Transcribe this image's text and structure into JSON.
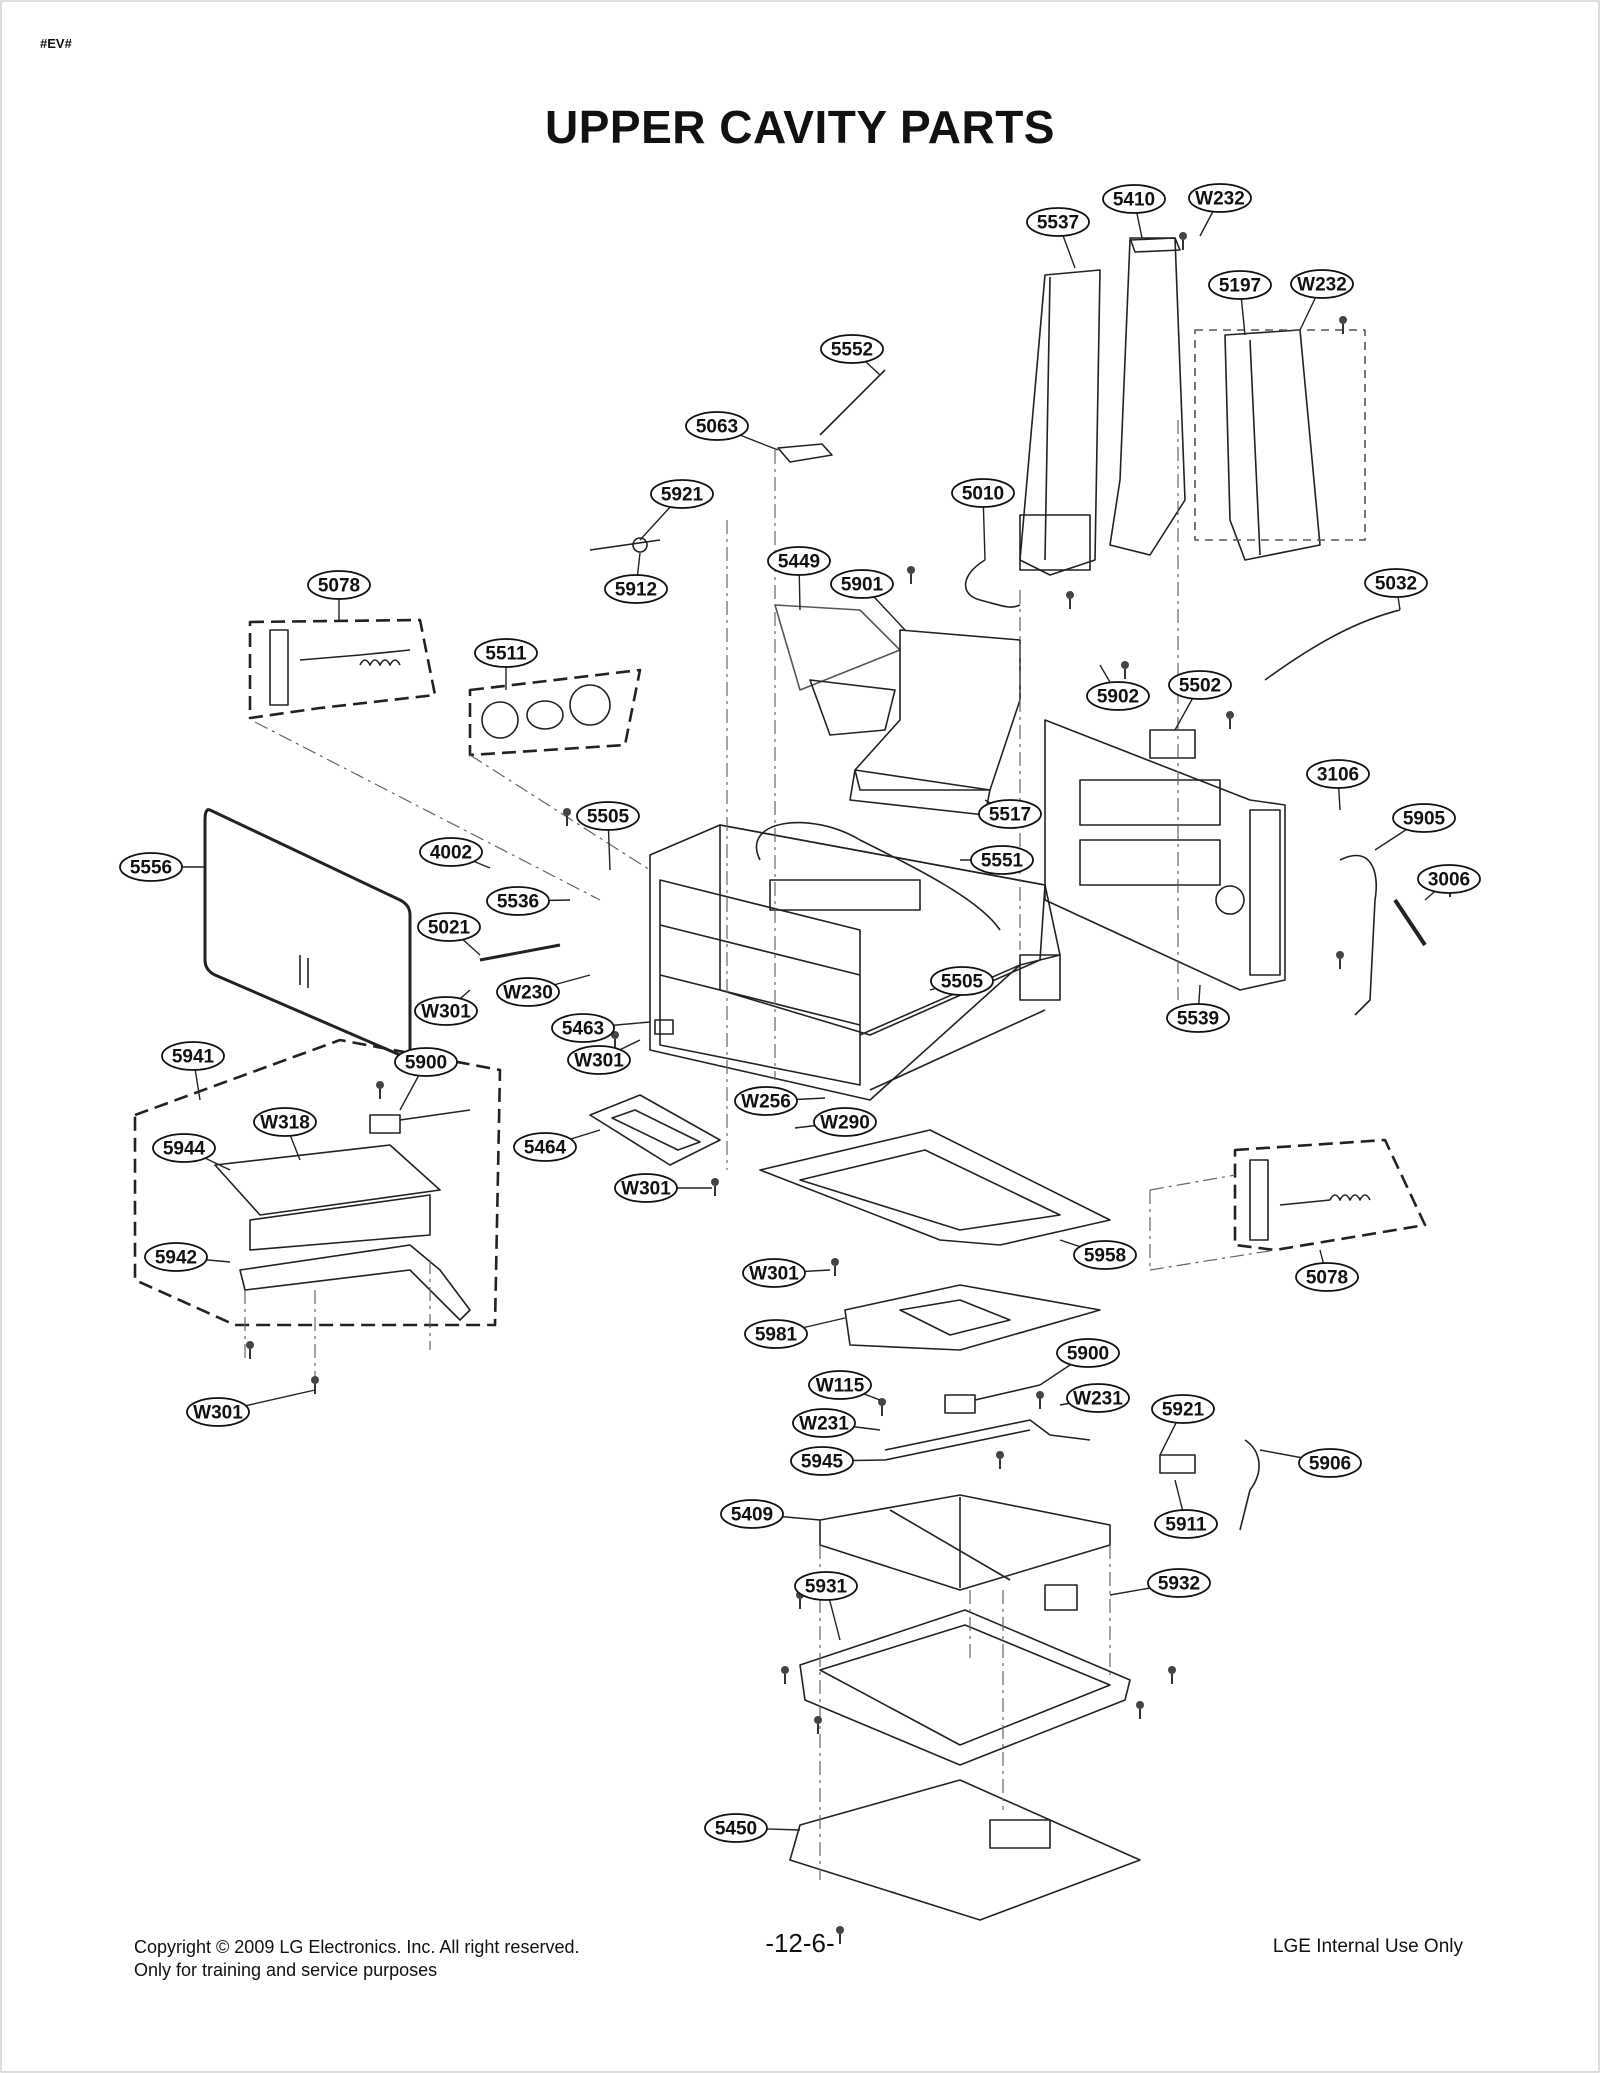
{
  "header": {
    "tag": "#EV#",
    "title": "UPPER CAVITY PARTS"
  },
  "callouts": [
    {
      "id": "c5537",
      "label": "5537"
    },
    {
      "id": "c5410",
      "label": "5410"
    },
    {
      "id": "cW232a",
      "label": "W232"
    },
    {
      "id": "c5197",
      "label": "5197"
    },
    {
      "id": "cW232b",
      "label": "W232"
    },
    {
      "id": "c5552",
      "label": "5552"
    },
    {
      "id": "c5063",
      "label": "5063"
    },
    {
      "id": "c5921a",
      "label": "5921"
    },
    {
      "id": "c5010",
      "label": "5010"
    },
    {
      "id": "c5449",
      "label": "5449"
    },
    {
      "id": "c5912",
      "label": "5912"
    },
    {
      "id": "c5901",
      "label": "5901"
    },
    {
      "id": "c5078a",
      "label": "5078"
    },
    {
      "id": "c5032",
      "label": "5032"
    },
    {
      "id": "c5511",
      "label": "5511"
    },
    {
      "id": "c5902",
      "label": "5902"
    },
    {
      "id": "c5502",
      "label": "5502"
    },
    {
      "id": "c3106",
      "label": "3106"
    },
    {
      "id": "c5505a",
      "label": "5505"
    },
    {
      "id": "c5517",
      "label": "5517"
    },
    {
      "id": "c5905",
      "label": "5905"
    },
    {
      "id": "c4002",
      "label": "4002"
    },
    {
      "id": "c5556",
      "label": "5556"
    },
    {
      "id": "c5551",
      "label": "5551"
    },
    {
      "id": "c3006",
      "label": "3006"
    },
    {
      "id": "c5536",
      "label": "5536"
    },
    {
      "id": "c5021",
      "label": "5021"
    },
    {
      "id": "cW230",
      "label": "W230"
    },
    {
      "id": "c5505b",
      "label": "5505"
    },
    {
      "id": "cW301a",
      "label": "W301"
    },
    {
      "id": "c5539",
      "label": "5539"
    },
    {
      "id": "c5463",
      "label": "5463"
    },
    {
      "id": "c5941",
      "label": "5941"
    },
    {
      "id": "c5900a",
      "label": "5900"
    },
    {
      "id": "cW301b",
      "label": "W301"
    },
    {
      "id": "cW256",
      "label": "W256"
    },
    {
      "id": "cW318",
      "label": "W318"
    },
    {
      "id": "cW290",
      "label": "W290"
    },
    {
      "id": "c5944",
      "label": "5944"
    },
    {
      "id": "c5464",
      "label": "5464"
    },
    {
      "id": "cW301c",
      "label": "W301"
    },
    {
      "id": "c5942",
      "label": "5942"
    },
    {
      "id": "c5958",
      "label": "5958"
    },
    {
      "id": "c5078b",
      "label": "5078"
    },
    {
      "id": "cW301d",
      "label": "W301"
    },
    {
      "id": "c5981",
      "label": "5981"
    },
    {
      "id": "c5900b",
      "label": "5900"
    },
    {
      "id": "cW115",
      "label": "W115"
    },
    {
      "id": "cW231a",
      "label": "W231"
    },
    {
      "id": "cW301e",
      "label": "W301"
    },
    {
      "id": "c5921b",
      "label": "5921"
    },
    {
      "id": "cW231b",
      "label": "W231"
    },
    {
      "id": "c5945",
      "label": "5945"
    },
    {
      "id": "c5906",
      "label": "5906"
    },
    {
      "id": "c5409",
      "label": "5409"
    },
    {
      "id": "c5911",
      "label": "5911"
    },
    {
      "id": "c5931",
      "label": "5931"
    },
    {
      "id": "c5932",
      "label": "5932"
    },
    {
      "id": "c5450",
      "label": "5450"
    }
  ],
  "footer": {
    "copyright": "Copyright © 2009 LG Electronics. Inc. All right reserved.",
    "purpose": "Only for training and service purposes",
    "page_number": "-12-6-",
    "internal": "LGE Internal Use Only"
  }
}
